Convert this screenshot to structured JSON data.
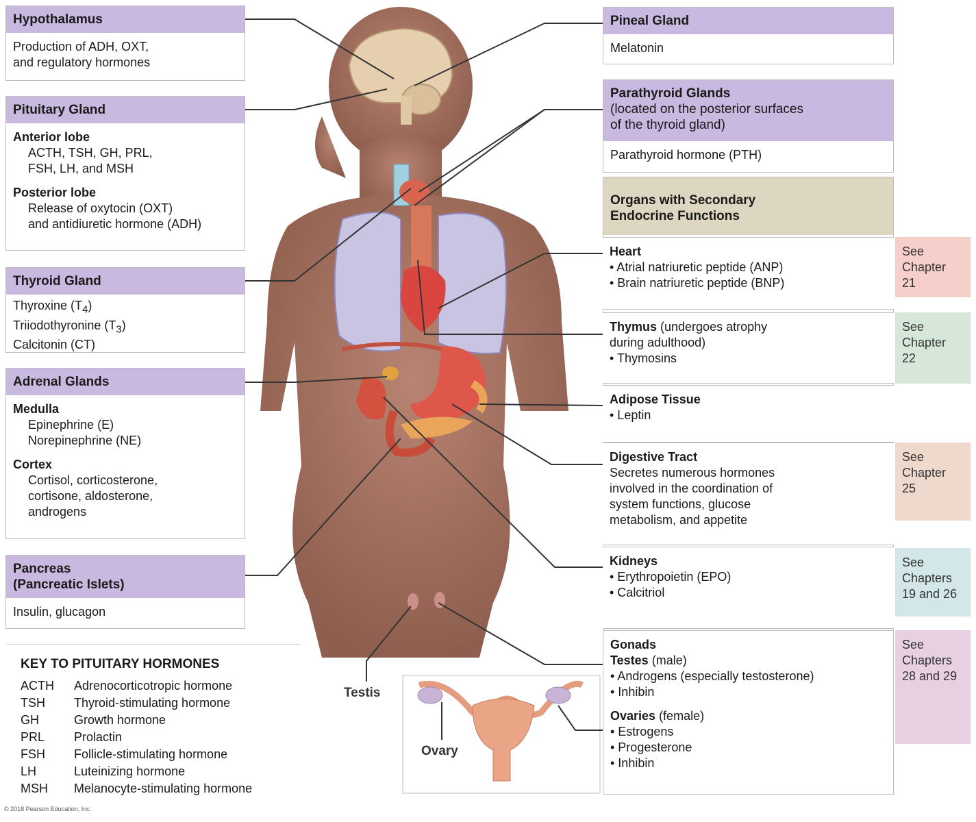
{
  "hypothalamus": {
    "title": "Hypothalamus",
    "lines": [
      "Production of ADH, OXT,",
      "and regulatory hormones"
    ]
  },
  "pituitary": {
    "title": "Pituitary Gland",
    "anterior_label": "Anterior lobe",
    "anterior_lines": [
      "ACTH, TSH, GH, PRL,",
      "FSH, LH, and MSH"
    ],
    "posterior_label": "Posterior lobe",
    "posterior_lines": [
      "Release of oxytocin (OXT)",
      "and antidiuretic hormone (ADH)"
    ]
  },
  "thyroid": {
    "title": "Thyroid Gland",
    "line1": "Thyroxine (T",
    "line1_sub": "4",
    "line2": "Triiodothyronine (T",
    "line2_sub": "3",
    "line3": "Calcitonin (CT)"
  },
  "adrenal": {
    "title": "Adrenal Glands",
    "medulla_label": "Medulla",
    "medulla_lines": [
      "Epinephrine (E)",
      "Norepinephrine (NE)"
    ],
    "cortex_label": "Cortex",
    "cortex_lines": [
      "Cortisol, corticosterone,",
      "cortisone, aldosterone,",
      "androgens"
    ]
  },
  "pancreas": {
    "title_lines": [
      "Pancreas",
      "(Pancreatic Islets)"
    ],
    "lines": [
      "Insulin, glucagon"
    ]
  },
  "key": {
    "title": "KEY TO PITUITARY HORMONES",
    "rows": [
      {
        "abbr": "ACTH",
        "name": "Adrenocorticotropic hormone"
      },
      {
        "abbr": "TSH",
        "name": "Thyroid-stimulating hormone"
      },
      {
        "abbr": "GH",
        "name": "Growth hormone"
      },
      {
        "abbr": "PRL",
        "name": "Prolactin"
      },
      {
        "abbr": "FSH",
        "name": "Follicle-stimulating hormone"
      },
      {
        "abbr": "LH",
        "name": "Luteinizing hormone"
      },
      {
        "abbr": "MSH",
        "name": "Melanocyte-stimulating hormone"
      }
    ]
  },
  "copyright": "© 2018 Pearson Education, Inc.",
  "pineal": {
    "title": "Pineal Gland",
    "lines": [
      "Melatonin"
    ]
  },
  "parathyroid": {
    "title_lines": [
      "Parathyroid Glands",
      "(located on the posterior surfaces",
      "of the thyroid gland)"
    ],
    "lines": [
      "Parathyroid hormone (PTH)"
    ]
  },
  "secondary": {
    "title_lines": [
      "Organs with Secondary",
      "Endocrine Functions"
    ]
  },
  "heart": {
    "title": "Heart",
    "lines": [
      "• Atrial natriuretic peptide (ANP)",
      "• Brain natriuretic peptide (BNP)"
    ],
    "see": [
      "See",
      "Chapter",
      "21"
    ]
  },
  "thymus": {
    "title": "Thymus",
    "title_rest": " (undergoes atrophy",
    "lines": [
      "during adulthood)",
      "• Thymosins"
    ],
    "see": [
      "See",
      "Chapter",
      "22"
    ]
  },
  "adipose": {
    "title": "Adipose Tissue",
    "lines": [
      "• Leptin"
    ]
  },
  "digestive": {
    "title": "Digestive Tract",
    "lines": [
      "Secretes numerous hormones",
      "involved in the coordination of",
      "system functions, glucose",
      "metabolism, and appetite"
    ],
    "see": [
      "See",
      "Chapter",
      "25"
    ]
  },
  "kidneys": {
    "title": "Kidneys",
    "lines": [
      "• Erythropoietin (EPO)",
      "• Calcitriol"
    ],
    "see": [
      "See",
      "Chapters",
      "19 and 26"
    ]
  },
  "gonads": {
    "title": "Gonads",
    "testes_label": "Testes",
    "testes_rest": " (male)",
    "testes_lines": [
      "• Androgens (especially testosterone)",
      "• Inhibin"
    ],
    "ovaries_label": "Ovaries",
    "ovaries_rest": " (female)",
    "ovaries_lines": [
      "• Estrogens",
      "• Progesterone",
      "• Inhibin"
    ],
    "see": [
      "See",
      "Chapters",
      "28 and 29"
    ]
  },
  "labels": {
    "testis": "Testis",
    "ovary": "Ovary"
  },
  "colors": {
    "header_purple": "#c9b8df",
    "header_tan": "#ddd6c0",
    "see21": "#f6cfcb",
    "see22": "#d6e6d8",
    "see25": "#efd8cc",
    "see19": "#d3e7e8",
    "see28": "#e8cfe2",
    "skin": "#a4705c"
  }
}
